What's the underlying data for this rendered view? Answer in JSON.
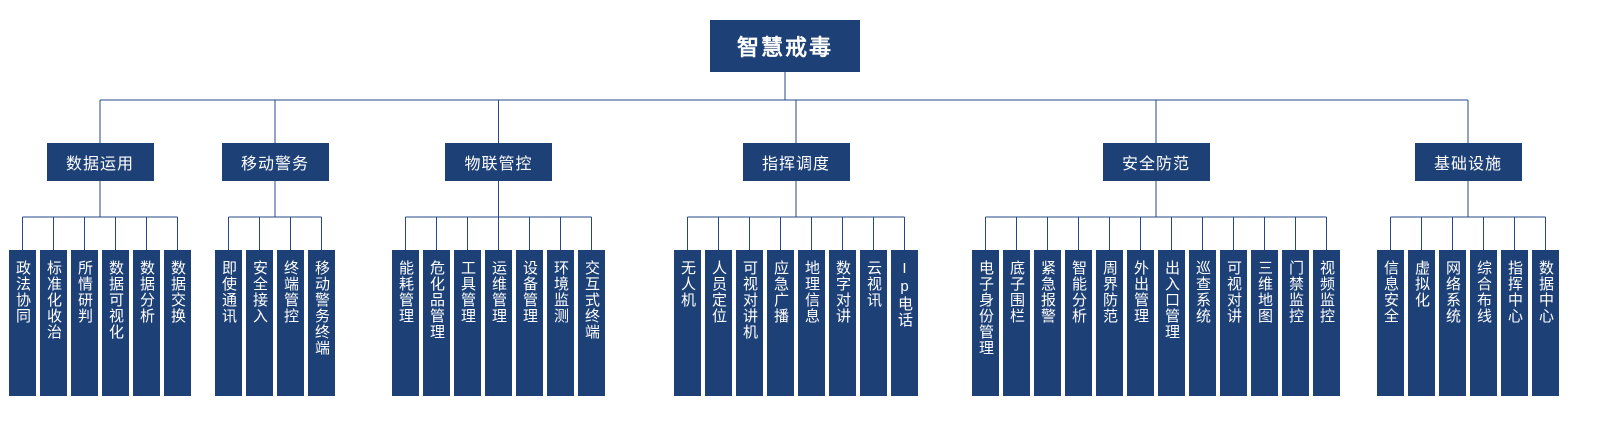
{
  "root": {
    "label": "智慧戒毒"
  },
  "groups": [
    {
      "label": "数据运用",
      "children": [
        "政法协同",
        "标准化收治",
        "所情研判",
        "数据可视化",
        "数据分析",
        "数据交换"
      ]
    },
    {
      "label": "移动警务",
      "children": [
        "即使通讯",
        "安全接入",
        "终端管控",
        "移动警务终端"
      ]
    },
    {
      "label": "物联管控",
      "children": [
        "能耗管理",
        "危化品管理",
        "工具管理",
        "运维管理",
        "设备管理",
        "环境监测",
        "交互式终端"
      ]
    },
    {
      "label": "指挥调度",
      "children": [
        "无人机",
        "人员定位",
        "可视对讲机",
        "应急广播",
        "地理信息",
        "数字对讲",
        "云视讯",
        "Ip电话"
      ]
    },
    {
      "label": "安全防范",
      "children": [
        "电子身份管理",
        "底子围栏",
        "紧急报警",
        "智能分析",
        "周界防范",
        "外出管理",
        "出入口管理",
        "巡查系统",
        "可视对讲",
        "三维地图",
        "门禁监控",
        "视频监控"
      ]
    },
    {
      "label": "基础设施",
      "children": [
        "信息安全",
        "虚拟化",
        "网络系统",
        "综合布线",
        "指挥中心",
        "数据中心"
      ]
    }
  ],
  "colors": {
    "node_bg": "#1d4077",
    "line": "#24498a",
    "text": "#ffffff"
  }
}
